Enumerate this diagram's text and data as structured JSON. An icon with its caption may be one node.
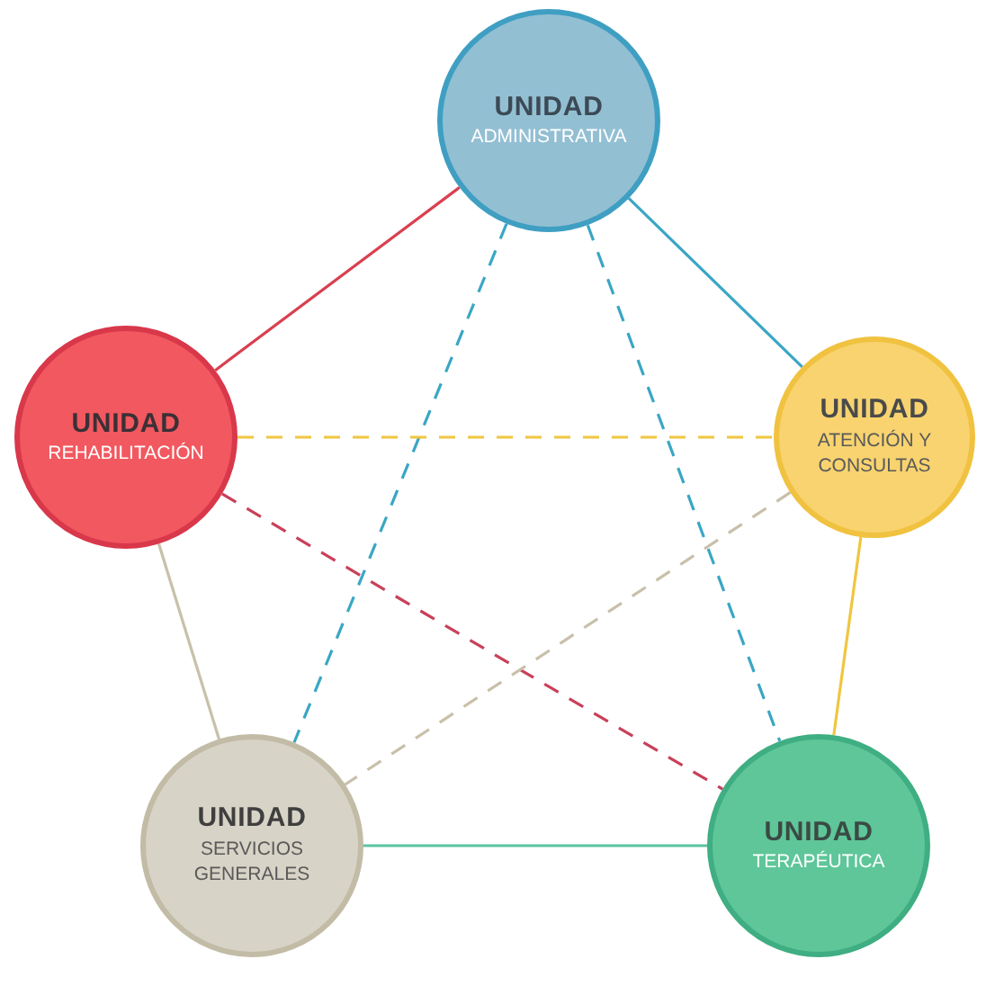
{
  "diagram": {
    "nodes": [
      {
        "text": [
          "UNIDAD",
          "ADMINISTRATIVA"
        ]
      },
      {
        "text": [
          "UNIDAD",
          "REHABILITACIÓN"
        ]
      },
      {
        "text": [
          "UNIDAD",
          "ATENCIÓN Y CONSULTAS"
        ]
      },
      {
        "text": [
          "UNIDAD",
          "SERVICIOS GENERALES"
        ]
      },
      {
        "text": [
          "UNIDAD",
          "TERAPÉUTICA"
        ]
      }
    ],
    "edges": [
      {
        "from": 0,
        "to": 1,
        "arrow": "none",
        "color": "#d9404f"
      },
      {
        "from": 0,
        "to": 2,
        "arrow": "none",
        "color": "#3aa6c4"
      },
      {
        "from": 2,
        "to": 4,
        "arrow": "none",
        "color": "#f0c640"
      },
      {
        "from": 3,
        "to": 4,
        "arrow": "none",
        "color": "#5cc4a0"
      },
      {
        "from": 1,
        "to": 3,
        "arrow": "none",
        "color": "#c8c0aa"
      },
      {
        "from": 0,
        "to": 3,
        "arrow": "none",
        "style": "dashed",
        "color": "#3aa6c4"
      },
      {
        "from": 0,
        "to": 4,
        "arrow": "none",
        "style": "dashed",
        "color": "#3aa6c4"
      },
      {
        "from": 1,
        "to": 2,
        "arrow": "none",
        "style": "dashed",
        "color": "#f0c640"
      },
      {
        "from": 1,
        "to": 4,
        "arrow": "none",
        "style": "dashed",
        "color": "#c9405a"
      },
      {
        "from": 2,
        "to": 3,
        "arrow": "none",
        "style": "dashed",
        "color": "#c8c0aa"
      }
    ]
  }
}
